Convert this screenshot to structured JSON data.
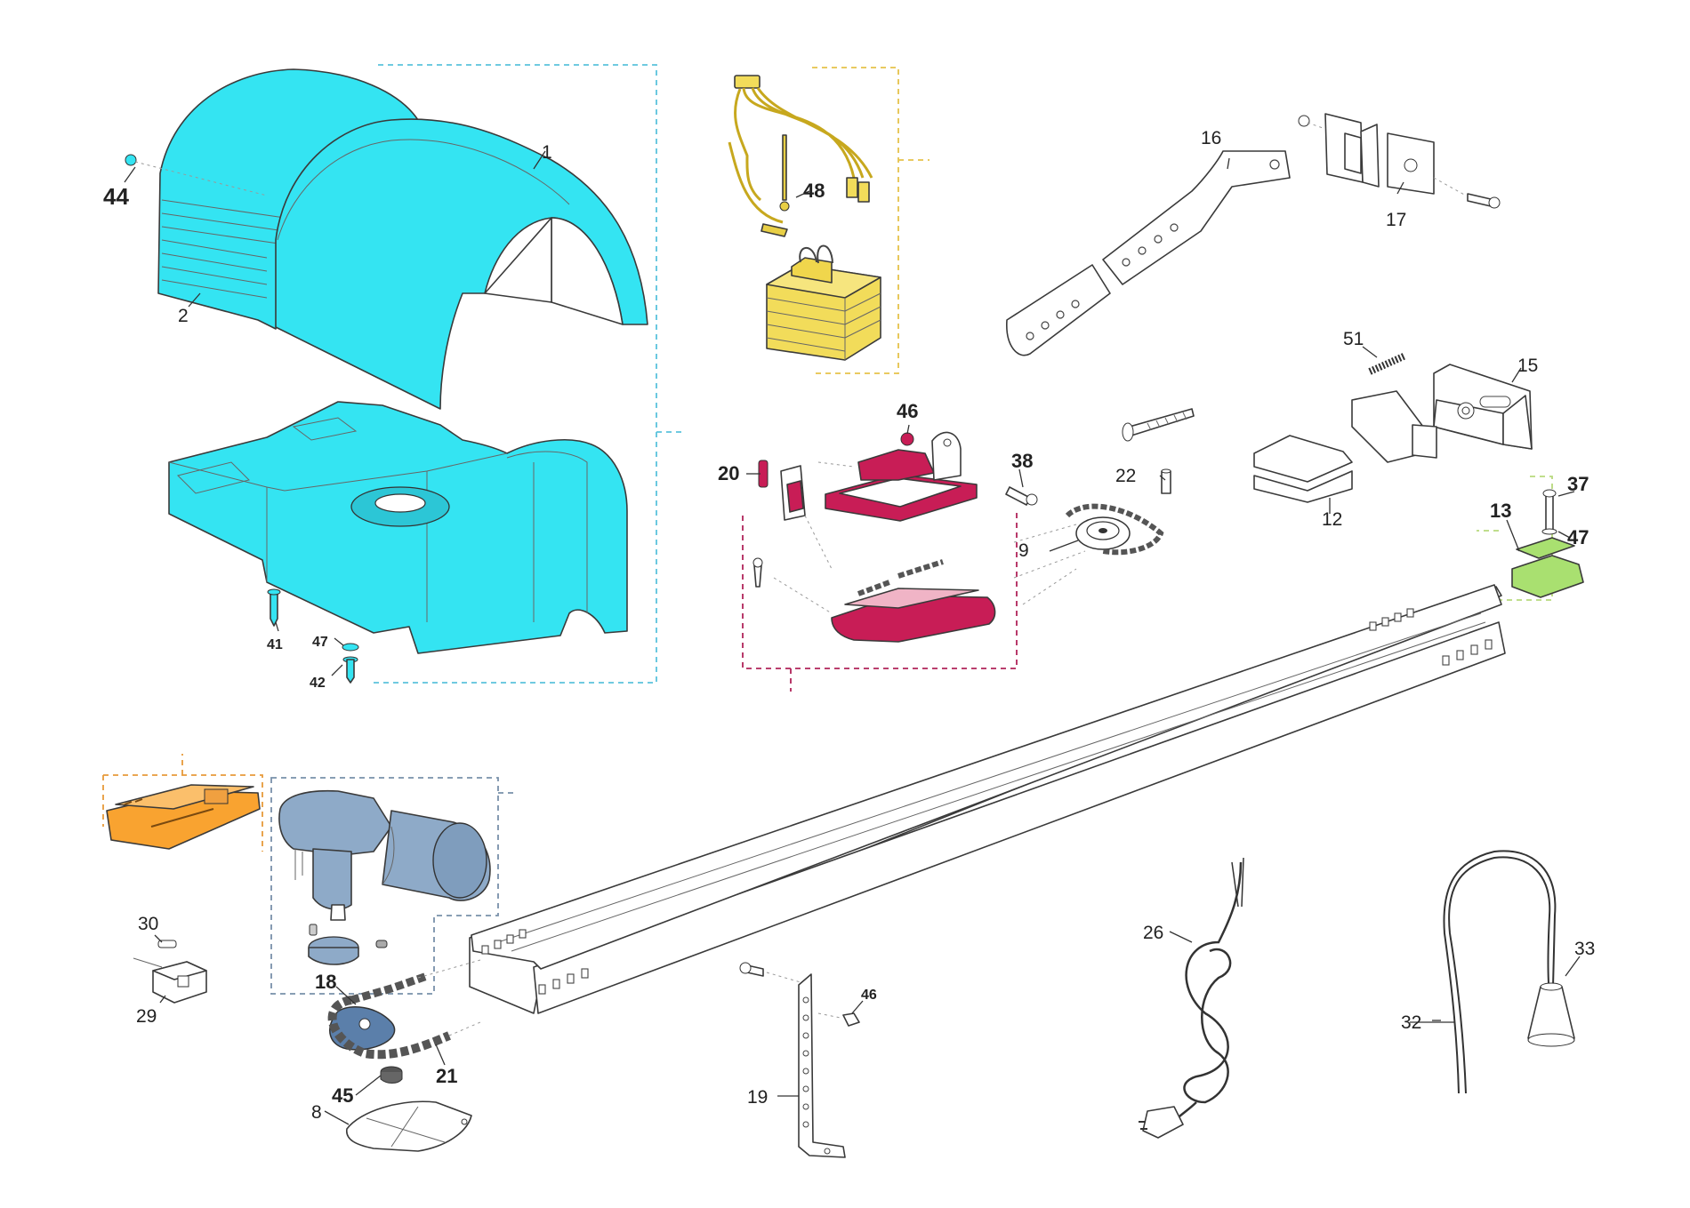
{
  "colors": {
    "cover": "#34e4f2",
    "transformer": "#f2dc5a",
    "carriage": "#c81d56",
    "bracket13": "#a9e070",
    "board": "#f9a330",
    "motor": "#8eaac8",
    "rail": "#ffffff",
    "box_cover": "#5bc3dc",
    "box_transformer": "#e6c24a",
    "box_carriage": "#b0245a",
    "box_bracket13": "#b7d97c",
    "box_board": "#e79a3a",
    "box_motor": "#7890aa"
  },
  "callouts": {
    "p1": "1",
    "p2": "2",
    "p8": "8",
    "p9": "9",
    "p12": "12",
    "p13": "13",
    "p15": "15",
    "p16": "16",
    "p17": "17",
    "p18": "18",
    "p19": "19",
    "p20": "20",
    "p21": "21",
    "p22": "22",
    "p26": "26",
    "p29": "29",
    "p30": "30",
    "p32": "32",
    "p33": "33",
    "p37": "37",
    "p38": "38",
    "p41": "41",
    "p42": "42",
    "p44": "44",
    "p45": "45",
    "p46a": "46",
    "p46b": "46",
    "p47a": "47",
    "p47b": "47",
    "p48": "48",
    "p51": "51"
  }
}
